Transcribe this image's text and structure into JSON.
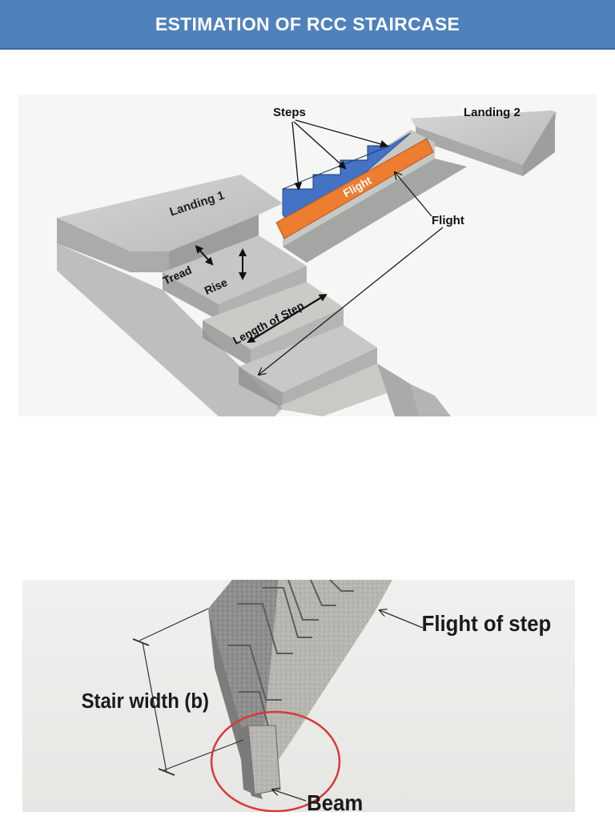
{
  "slide": {
    "title": "ESTIMATION OF RCC STAIRCASE"
  },
  "figure1": {
    "labels": {
      "steps": "Steps",
      "landing_2": "Landing 2",
      "landing_1": "Landing 1",
      "flight_bar": "Flight",
      "flight_label": "Flight",
      "tread": "Tread",
      "rise": "Rise",
      "length_of_step": "Length of Step"
    },
    "colors": {
      "step_profile": "#4472c4",
      "flight_bar": "#ed7d31",
      "concrete": "#b9bcb8"
    }
  },
  "figure2": {
    "labels": {
      "flight_of_step": "Flight of step",
      "stair_width": "Stair width (b)",
      "beam": "Beam"
    },
    "colors": {
      "highlight_circle": "#d9383a",
      "concrete": "#8f8f8f"
    }
  }
}
